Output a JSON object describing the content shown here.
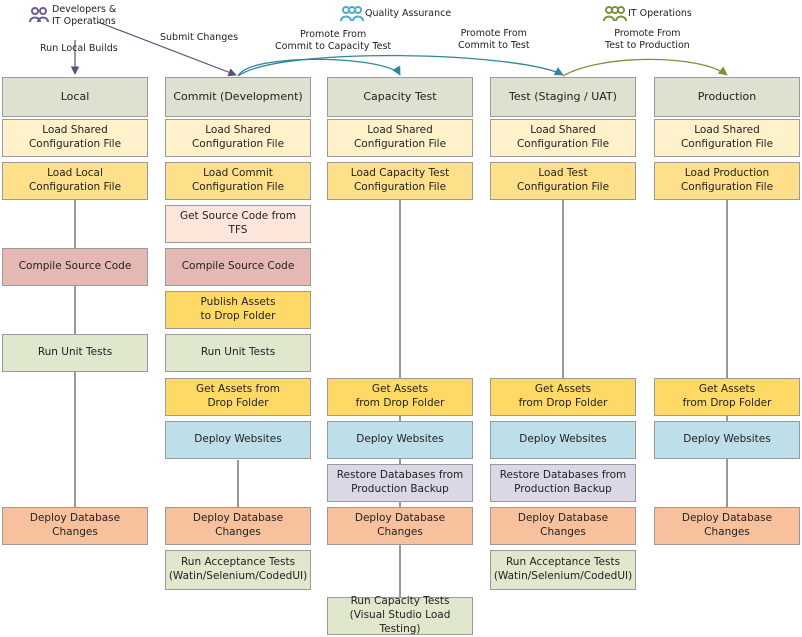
{
  "actors": {
    "dev": {
      "label": "Developers &\nIT Operations",
      "icon": "people-icon",
      "color": "#6b5b95"
    },
    "qa": {
      "label": "Quality Assurance",
      "icon": "people-icon",
      "color": "#4bacc6"
    },
    "ops": {
      "label": "IT Operations",
      "icon": "people-icon",
      "color": "#77933c"
    }
  },
  "flow_labels": {
    "run_local": "Run Local Builds",
    "submit": "Submit Changes",
    "promote_capacity": "Promote From\nCommit to Capacity Test",
    "promote_test": "Promote From\nCommit to Test",
    "promote_prod": "Promote From\nTest to Production"
  },
  "columns": {
    "local": {
      "header": "Local",
      "steps": [
        "Load Shared\nConfiguration File",
        "Load Local\nConfiguration File",
        "Compile Source Code",
        "Run Unit Tests",
        "Deploy Database Changes"
      ]
    },
    "commit": {
      "header": "Commit (Development)",
      "steps": [
        "Load Shared\nConfiguration File",
        "Load Commit\nConfiguration File",
        "Get Source Code from TFS",
        "Compile Source Code",
        "Publish Assets\nto Drop Folder",
        "Run Unit Tests",
        "Get Assets from\nDrop Folder",
        "Deploy Websites",
        "Deploy Database Changes",
        "Run Acceptance Tests\n(Watin/Selenium/CodedUI)"
      ]
    },
    "capacity": {
      "header": "Capacity Test",
      "steps": [
        "Load Shared\nConfiguration File",
        "Load Capacity Test\nConfiguration File",
        "Get Assets\nfrom Drop Folder",
        "Deploy Websites",
        "Restore Databases from\nProduction Backup",
        "Deploy Database Changes",
        "Run Capacity Tests\n(Visual Studio Load Testing)"
      ]
    },
    "test": {
      "header": "Test (Staging / UAT)",
      "steps": [
        "Load Shared\nConfiguration File",
        "Load Test\nConfiguration File",
        "Get Assets\nfrom Drop Folder",
        "Deploy Websites",
        "Restore Databases from\nProduction Backup",
        "Deploy Database Changes",
        "Run Acceptance Tests\n(Watin/Selenium/CodedUI)"
      ]
    },
    "production": {
      "header": "Production",
      "steps": [
        "Load Shared\nConfiguration File",
        "Load Production\nConfiguration File",
        "Get Assets\nfrom Drop Folder",
        "Deploy Websites",
        "Deploy Database Changes"
      ]
    }
  }
}
